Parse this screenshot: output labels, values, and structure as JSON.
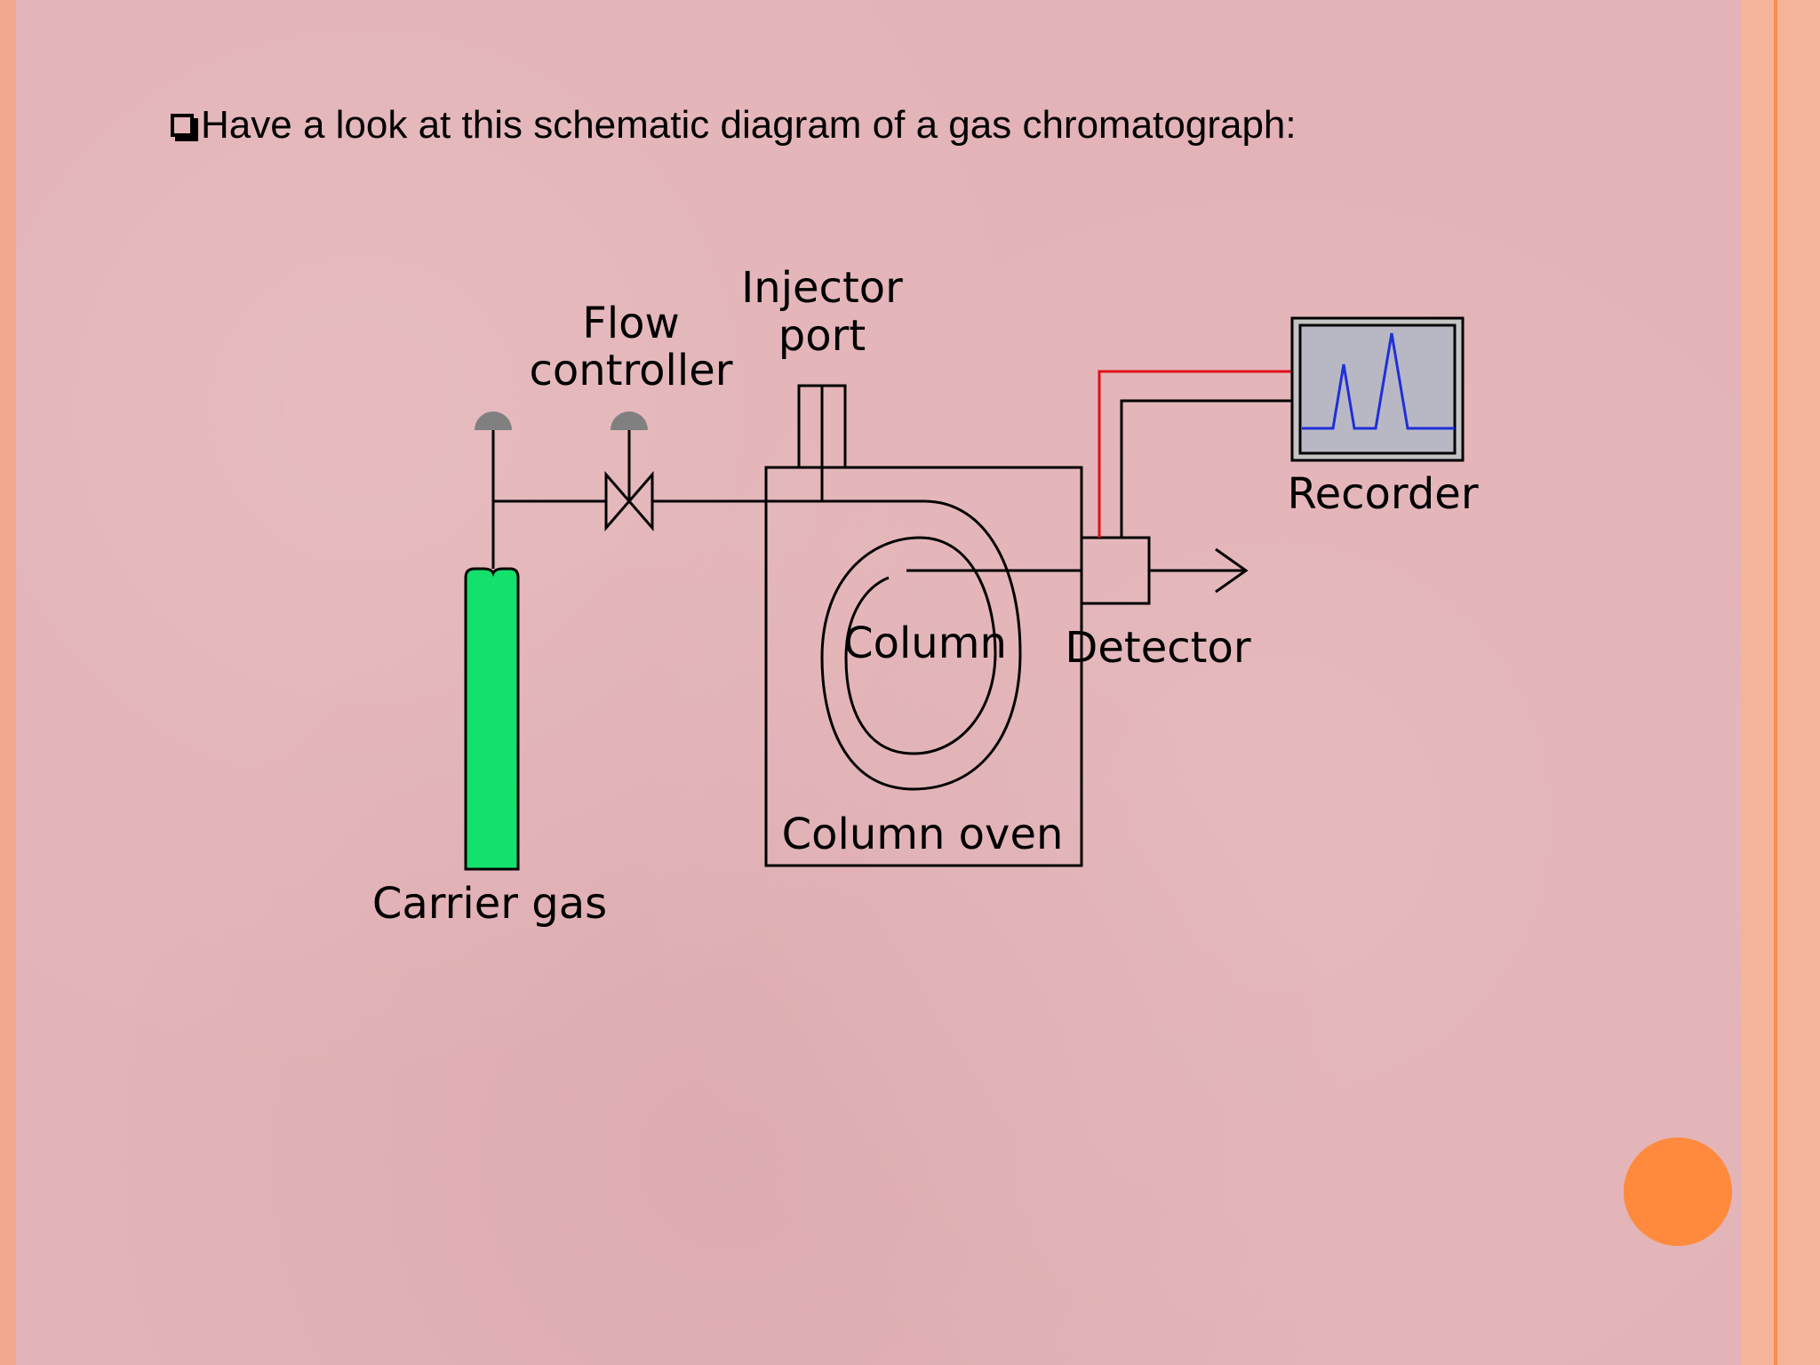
{
  "slide": {
    "heading": "Have a look at this schematic diagram of a gas chromatograph:"
  },
  "diagram": {
    "labels": {
      "flow_controller_line1": "Flow",
      "flow_controller_line2": "controller",
      "injector_port_line1": "Injector",
      "injector_port_line2": "port",
      "recorder": "Recorder",
      "column": "Column",
      "detector": "Detector",
      "column_oven": "Column oven",
      "carrier_gas": "Carrier gas"
    },
    "colors": {
      "cylinder": "#14e06c",
      "signal_wire": "#e0101a",
      "recorder_screen": "#b8b8c4",
      "recorder_trace": "#1f2fd8",
      "regulator_knob": "#808080",
      "accent_dot": "#ff8a3d"
    }
  }
}
